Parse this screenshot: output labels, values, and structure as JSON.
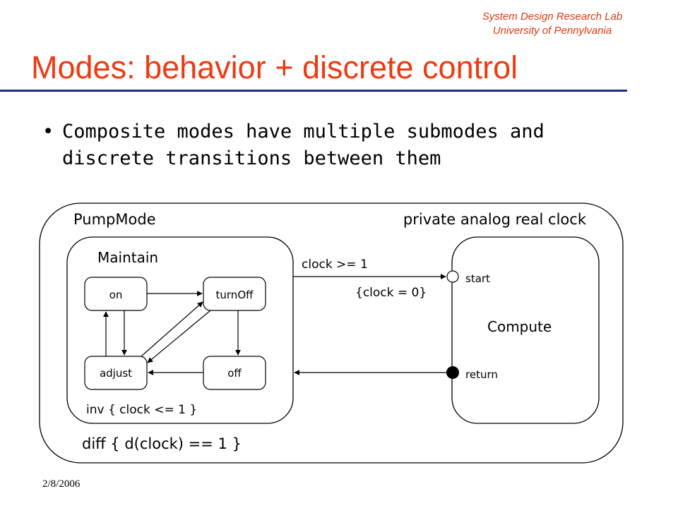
{
  "header": {
    "lab_line1": "System Design Research Lab",
    "lab_line2": "University of Pennylvania",
    "title": "Modes: behavior + discrete control"
  },
  "bullet": {
    "symbol": "•",
    "text": "Composite modes have multiple submodes and discrete transitions between them"
  },
  "diagram": {
    "outer_label": "PumpMode",
    "private_decl": "private analog real clock",
    "diff_label": "diff { d(clock) == 1 }",
    "maintain": {
      "label": "Maintain",
      "states": {
        "on": "on",
        "turnoff": "turnOff",
        "adjust": "adjust",
        "off": "off"
      },
      "inv_label": "inv { clock <= 1 }"
    },
    "transition": {
      "guard": "clock >= 1",
      "action": "{clock = 0}"
    },
    "compute": {
      "label": "Compute",
      "start": "start",
      "return": "return"
    }
  },
  "footer": {
    "date": "2/8/2006"
  }
}
